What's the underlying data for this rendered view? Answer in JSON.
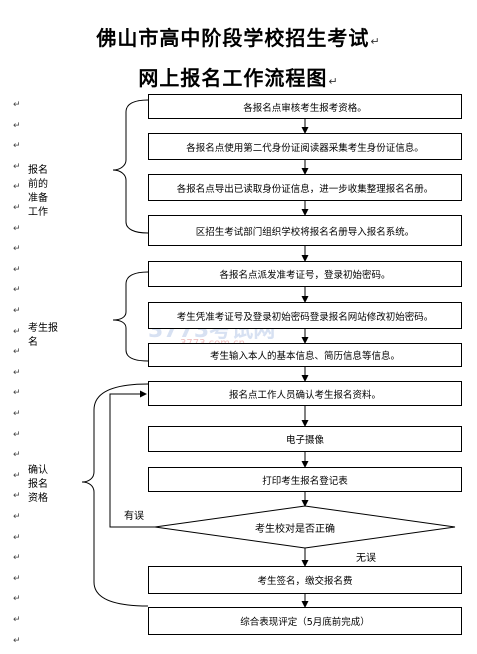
{
  "title": {
    "line1": "佛山市高中阶段学校招生考试",
    "line2": "网上报名工作流程图"
  },
  "return_mark": "↵",
  "margin_marks": [
    "↵",
    "↵",
    "↵",
    "↵",
    "↵",
    "↵",
    "↵",
    "↵",
    "↵",
    "↵",
    "↵",
    "↵",
    "↵",
    "↵",
    "↵",
    "↵",
    "↵",
    "↵",
    "↵",
    "↵",
    "↵",
    "↵",
    "↵",
    "↵",
    "↵",
    "↵",
    "↵"
  ],
  "steps": [
    "各报名点审核考生报考资格。",
    "各报名点使用第二代身份证阅读器采集考生身份证信息。",
    "各报名点导出已读取身份证信息，进一步收集整理报名名册。",
    "区招生考试部门组织学校将报名名册导入报名系统。",
    "各报名点派发准考证号，登录初始密码。",
    "考生凭准考证号及登录初始密码登录报名网站修改初始密码。",
    "考生输入本人的基本信息、简历信息等信息。",
    "报名点工作人员确认考生报名资料。",
    "电子摄像",
    "打印考生报名登记表",
    "考生校对是否正确",
    "考生签名，缴交报名费",
    "综合表现评定（5月底前完成）"
  ],
  "phases": {
    "prep": "报名前的准备工作",
    "student": "考生报名",
    "confirm": "确认报名资格"
  },
  "branch_labels": {
    "yes": "有误",
    "no": "无误"
  },
  "watermark": {
    "main": "3773考试网",
    "sub": "3773.com.cn"
  }
}
